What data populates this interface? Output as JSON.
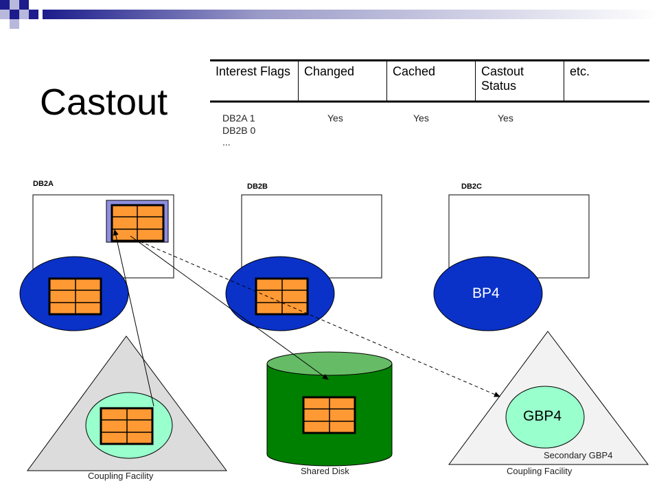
{
  "slide": {
    "title": "Castout"
  },
  "flags_table": {
    "headers": [
      "Interest Flags",
      "Changed",
      "Cached",
      "Castout Status",
      "etc."
    ],
    "rows": [
      {
        "member_lines": [
          "DB2A 1",
          "DB2B 0",
          "..."
        ],
        "changed": "Yes",
        "cached": "Yes",
        "castout_status": "Yes"
      }
    ]
  },
  "subsystems": [
    {
      "label": "DB2A"
    },
    {
      "label": "DB2B"
    },
    {
      "label": "DB2C",
      "pool_label": "BP4"
    }
  ],
  "coupling_facilities": [
    {
      "label": "Coupling Facility"
    },
    {
      "label": "Coupling Facility",
      "pool_label": "GBP4",
      "note": "Secondary GBP4"
    }
  ],
  "shared_disk": {
    "label": "Shared Disk"
  },
  "colors": {
    "pool_blue": "#0a32c8",
    "page_orange": "#ff9933",
    "gbp_green": "#99ffcc",
    "disk_green": "#008000",
    "disk_top": "#66bb66",
    "cf_gray": "#dcdcdc",
    "cached_page_frame": "#8f8fe0"
  }
}
